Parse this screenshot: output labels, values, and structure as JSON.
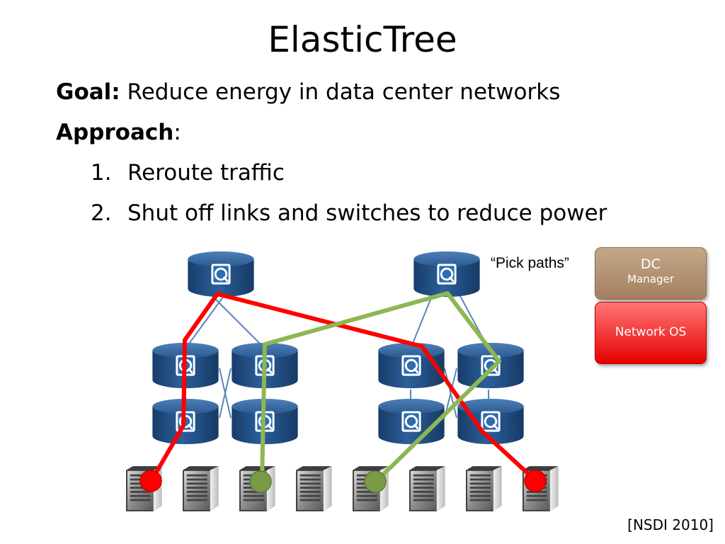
{
  "slide": {
    "title": "ElasticTree",
    "goal_label": "Goal:",
    "goal_text": " Reduce energy in data center networks",
    "approach_label": "Approach",
    "approach_colon": ":",
    "steps": [
      {
        "num": "1.",
        "text": "Reroute traffic"
      },
      {
        "num": "2.",
        "text": "Shut off links and switches to reduce power"
      }
    ],
    "citation": "[NSDI 2010]"
  },
  "diagram": {
    "pick_label": "“Pick paths”",
    "dc_manager": {
      "line1": "DC",
      "line2": "Manager",
      "color": "#b0906f"
    },
    "network_os": {
      "label": "Network OS",
      "color": "#ff2a2a"
    },
    "colors": {
      "switch": "#1f4e85",
      "red_path": "#ff0000",
      "green_path": "#8db753",
      "link": "#5b86b8"
    },
    "switch_icon": "openflow-switch-icon",
    "server_icon": "server-tower-icon"
  }
}
